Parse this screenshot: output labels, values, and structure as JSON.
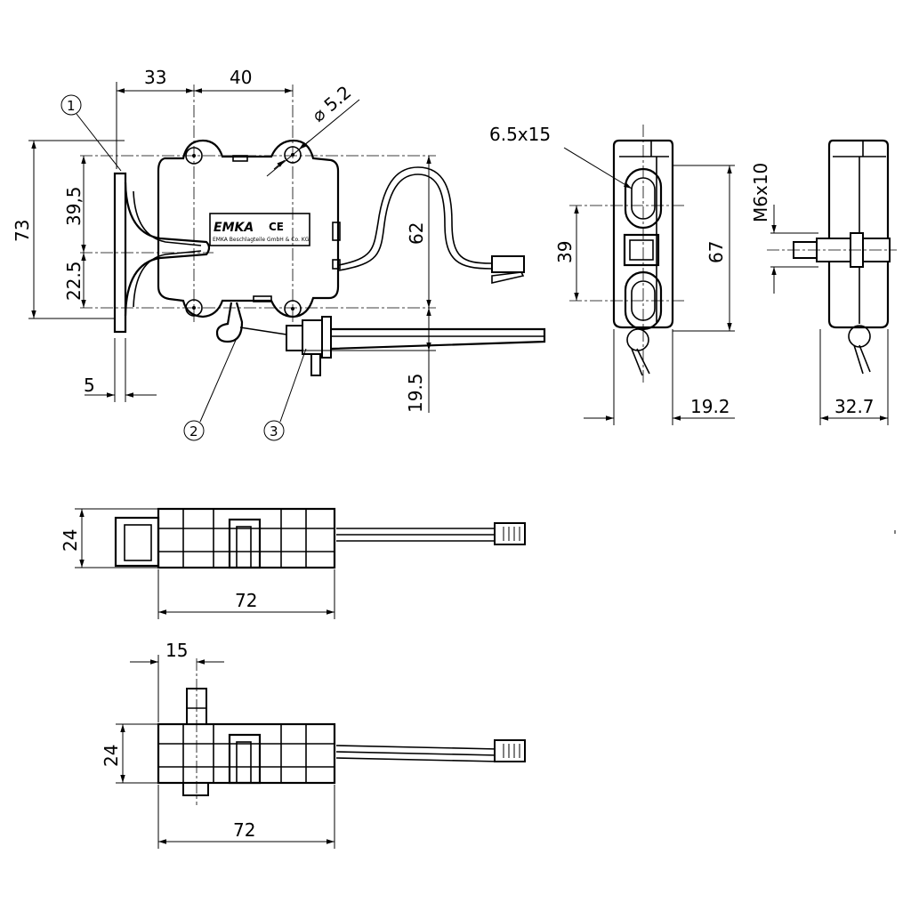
{
  "dimensions": {
    "front": {
      "width_left": "33",
      "width_right": "40",
      "hole_dia": "5.2",
      "height_total": "73",
      "upper_offset": "39,5",
      "lower_offset": "22.5",
      "bracket_thickness": "5",
      "cable_height": "62",
      "lever_offset": "19.5"
    },
    "side": {
      "slot_size": "6.5x15",
      "slot_spacing": "39",
      "height": "67",
      "depth": "19.2"
    },
    "end": {
      "bolt": "M6x10",
      "depth": "32.7"
    },
    "top1": {
      "height": "24",
      "length": "72"
    },
    "top2": {
      "bolt_offset": "15",
      "height": "24",
      "length": "72"
    }
  },
  "callouts": [
    "1",
    "2",
    "3"
  ],
  "label": {
    "logo": "EMKA",
    "marks": "CE",
    "small_text": "EMKA Beschlagteile GmbH & Co. KG"
  }
}
